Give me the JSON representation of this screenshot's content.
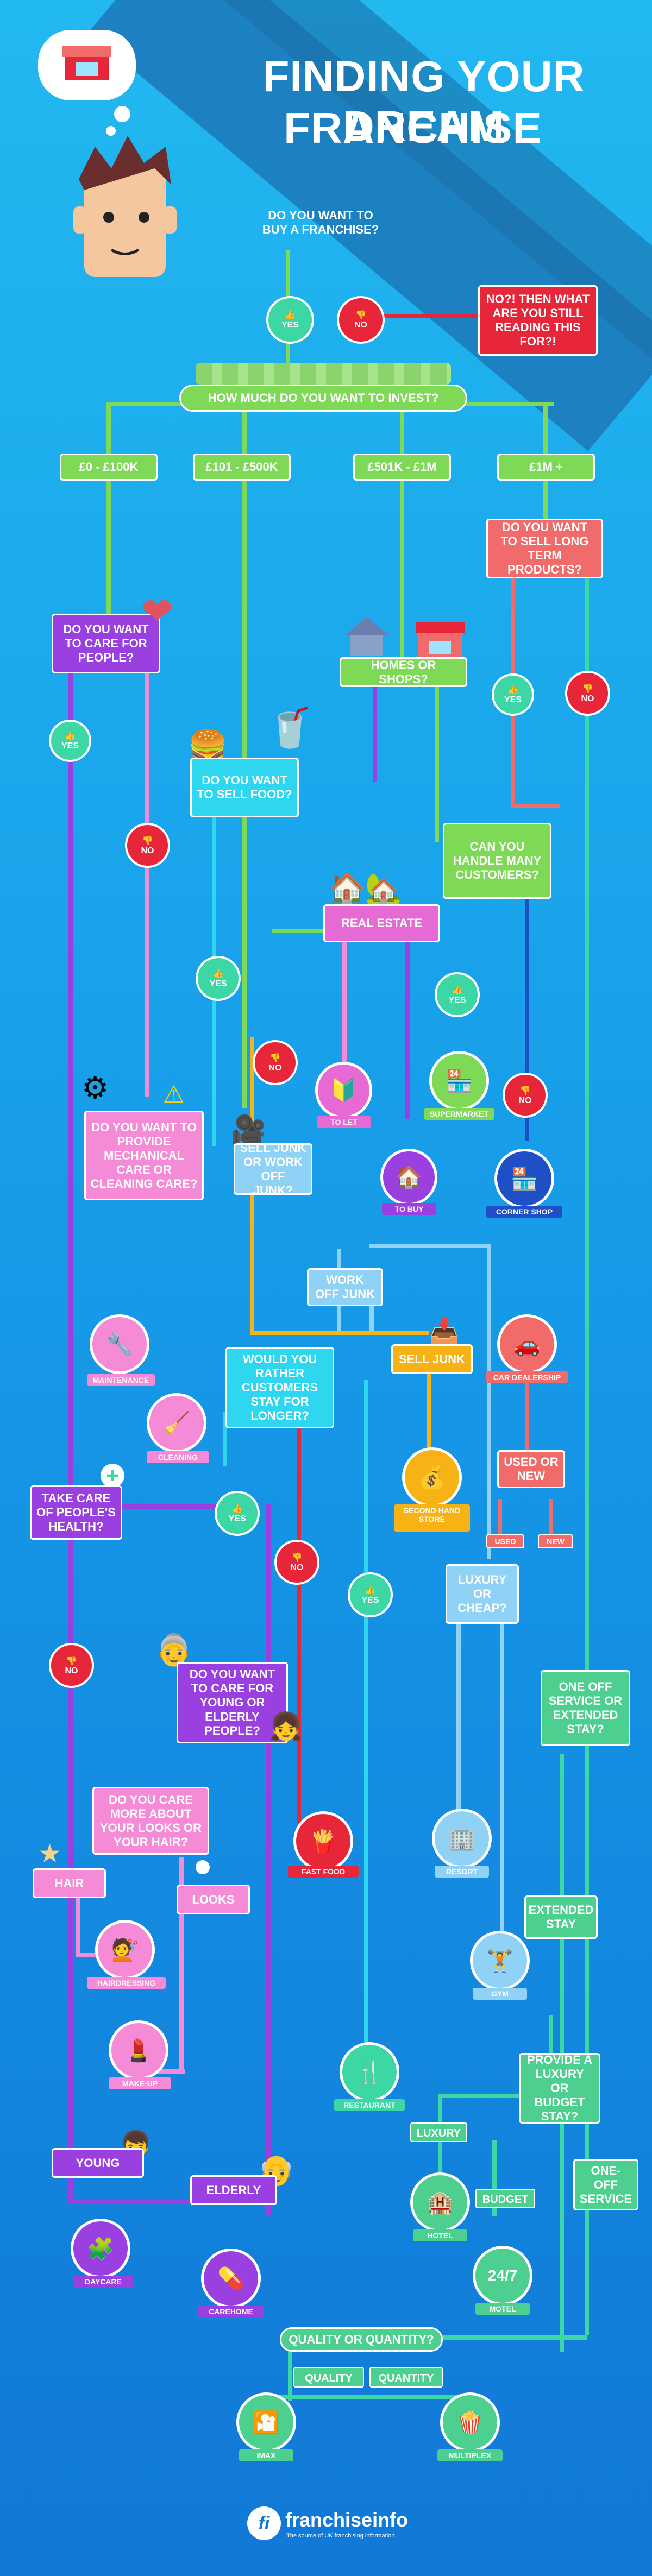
{
  "title_line1": "FINDING YOUR DREAM",
  "title_line2": "FRANCHISE",
  "q_buy": "DO YOU WANT TO BUY A FRANCHISE?",
  "yes": "YES",
  "no": "NO",
  "no_then": "NO?! THEN WHAT ARE YOU STILL READING THIS FOR?!",
  "q_invest": "HOW MUCH DO YOU WANT TO INVEST?",
  "range1": "£0 - £100K",
  "range2": "£101 - £500K",
  "range3": "£501K - £1M",
  "range4": "£1M +",
  "q_long_term": "DO YOU WANT TO SELL LONG TERM PRODUCTS?",
  "q_care_people": "DO YOU WANT TO CARE FOR PEOPLE?",
  "q_homes_shops": "HOMES OR SHOPS?",
  "q_sell_food": "DO YOU WANT TO SELL FOOD?",
  "q_many_customers": "CAN YOU HANDLE MANY CUSTOMERS?",
  "real_estate": "REAL ESTATE",
  "to_let": "TO LET",
  "to_buy": "TO BUY",
  "supermarket": "SUPERMARKET",
  "corner_shop": "CORNER SHOP",
  "q_mechanical": "DO YOU WANT TO PROVIDE MECHANICAL CARE OR CLEANING CARE?",
  "q_sell_junk": "SELL JUNK OR WORK OFF JUNK?",
  "work_off_junk": "WORK OFF JUNK",
  "sell_junk": "SELL JUNK",
  "car_dealership": "CAR DEALERSHIP",
  "maintenance": "MAINTENANCE",
  "cleaning": "CLEANING",
  "q_customers_stay": "WOULD YOU RATHER CUSTOMERS STAY FOR LONGER?",
  "second_hand": "SECOND HAND STORE",
  "q_used_new": "USED OR NEW",
  "used": "USED",
  "new": "NEW",
  "q_health": "TAKE CARE OF PEOPLE'S HEALTH?",
  "q_luxury_cheap": "LUXURY OR CHEAP?",
  "q_young_elderly": "DO YOU WANT TO CARE FOR YOUNG OR ELDERLY PEOPLE?",
  "q_one_off": "ONE OFF SERVICE OR EXTENDED STAY?",
  "q_looks_hair": "DO YOU CARE MORE ABOUT YOUR LOOKS OR YOUR HAIR?",
  "hair": "HAIR",
  "looks": "LOOKS",
  "fast_food": "FAST FOOD",
  "resort": "RESORT",
  "extended_stay": "EXTENDED STAY",
  "hairdressing": "HAIRDRESSING",
  "gym": "GYM",
  "make_up": "MAKE-UP",
  "restaurant": "RESTAURANT",
  "q_luxury_budget": "PROVIDE A LUXURY OR BUDGET STAY?",
  "luxury": "LUXURY",
  "young": "YOUNG",
  "elderly": "ELDERLY",
  "budget": "BUDGET",
  "hotel": "HOTEL",
  "one_off_service": "ONE-OFF SERVICE",
  "motel": "MOTEL",
  "motel_icon_text": "24/7",
  "daycare": "DAYCARE",
  "carehome": "CAREHOME",
  "q_quality_quantity": "QUALITY OR QUANTITY?",
  "quality": "QUALITY",
  "quantity": "QUANTITY",
  "imax": "IMAX",
  "multiplex": "MULTIPLEX",
  "brand_name": "franchiseinfo",
  "brand_tagline": "The source of UK franchising information",
  "brand_logo_letters": "fi",
  "colors": {
    "green": "#7ed957",
    "purple": "#9a3fe0",
    "pink": "#f58ad6",
    "red": "#e8263a",
    "cyan": "#2fd6f0",
    "orange": "#f7b315",
    "teal": "#3dd6a5"
  }
}
